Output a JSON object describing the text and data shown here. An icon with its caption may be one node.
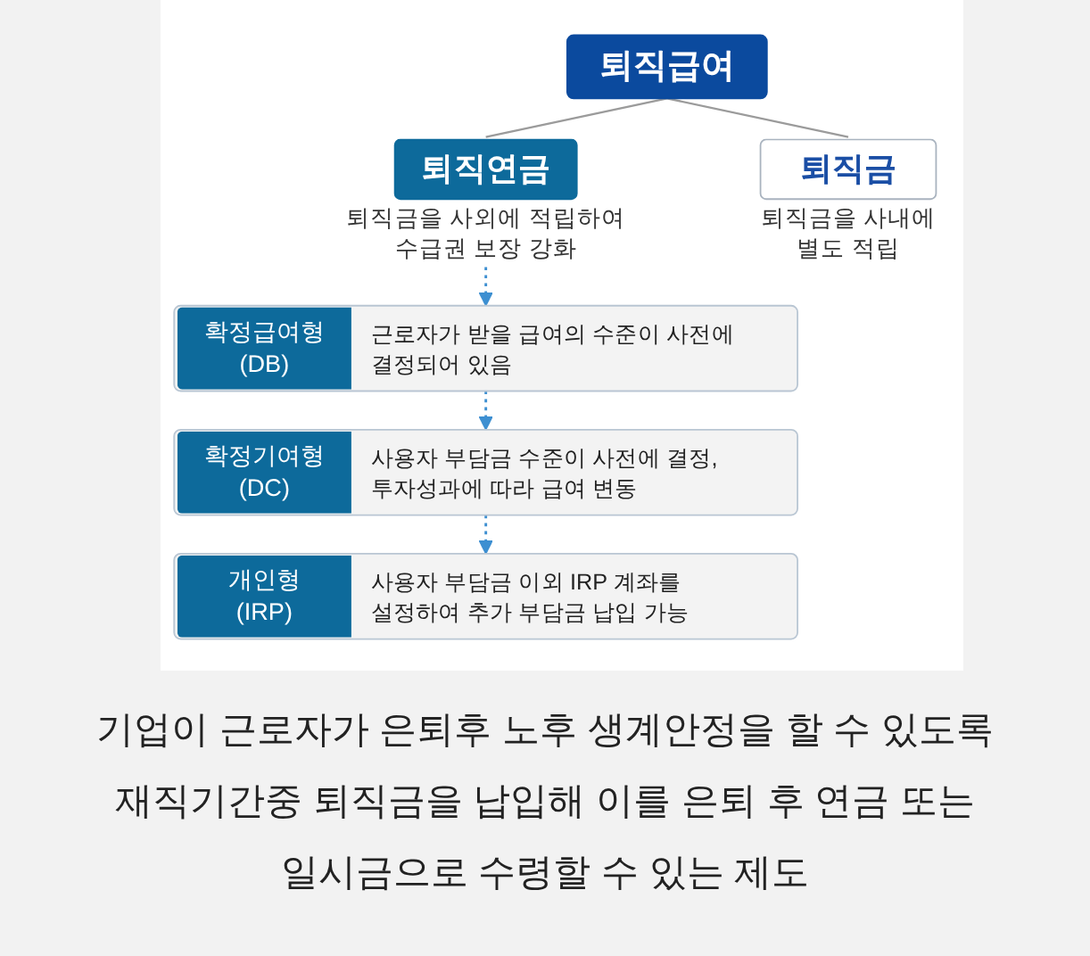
{
  "diagram": {
    "nodes": [
      {
        "text": [
          "퇴직급여"
        ]
      },
      {
        "text": [
          "퇴직연금"
        ],
        "beside": [
          "퇴직금을 사외에 적립하여 수급권 보장 강화"
        ]
      },
      {
        "text": [
          "퇴직금"
        ],
        "beside": [
          "퇴직금을 사내에 별도 적립"
        ]
      },
      {
        "text": [
          "확정급여형 (DB)",
          "근로자가 받을 급여의 수준이 사전에 결정되어 있음"
        ]
      },
      {
        "text": [
          "확정기여형 (DC)",
          "사용자 부담금 수준이 사전에 결정, 투자성과에 따라 급여 변동"
        ]
      },
      {
        "text": [
          "개인형 (IRP)",
          "사용자 부담금 이외 IRP 계좌를 설정하여 추가 부담금 납입 가능"
        ]
      }
    ],
    "edges": [
      {
        "from": 0,
        "to": 1,
        "arrow": "none",
        "color": "#9b9b9b"
      },
      {
        "from": 0,
        "to": 2,
        "arrow": "none",
        "color": "#9b9b9b"
      },
      {
        "from": 1,
        "to": 3,
        "arrow": "to",
        "style": "dashed",
        "color": "#3d8fd1"
      },
      {
        "from": 3,
        "to": 4,
        "arrow": "to",
        "style": "dashed",
        "color": "#3d8fd1"
      },
      {
        "from": 4,
        "to": 5,
        "arrow": "to",
        "style": "dashed",
        "color": "#3d8fd1"
      }
    ],
    "caption": "기업이 근로자가 은퇴후 노후 생계안정을 할 수 있도록 재직기간중 퇴직금을 납입해 이를 은퇴 후 연금 또는 일시금으로 수령할 수 있는 제도"
  }
}
